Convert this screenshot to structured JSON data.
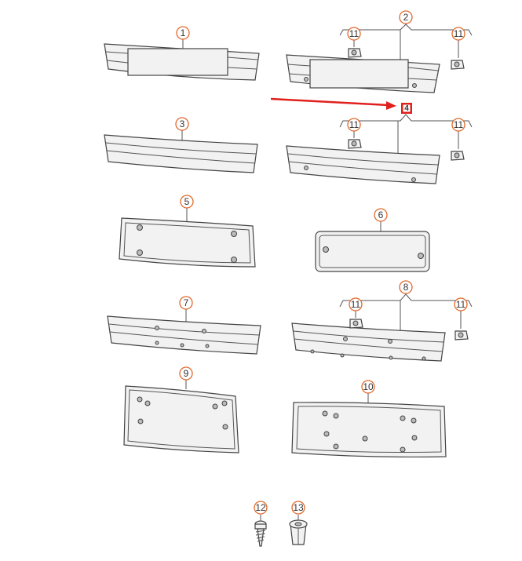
{
  "callouts": {
    "p1": "1",
    "p2": "2",
    "p3": "3",
    "p4": "4",
    "p5": "5",
    "p6": "6",
    "p7": "7",
    "p8": "8",
    "p9": "9",
    "p10": "10",
    "p11": "11",
    "p12": "12",
    "p13": "13"
  },
  "colors": {
    "callout_ring": "#e0692b",
    "highlight": "#e0201c",
    "arrow": "#e0201c"
  },
  "highlighted_part": "4"
}
